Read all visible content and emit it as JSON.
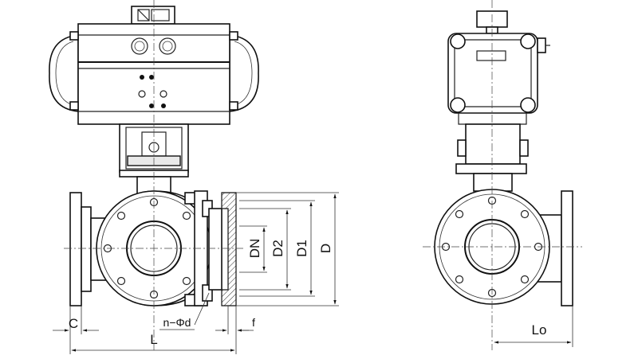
{
  "labels": {
    "dn": "DN",
    "d2": "D2",
    "d1": "D1",
    "d": "D",
    "c": "C",
    "l": "L",
    "bolt_holes": "n−Φd",
    "f": "f",
    "lo": "Lo"
  }
}
